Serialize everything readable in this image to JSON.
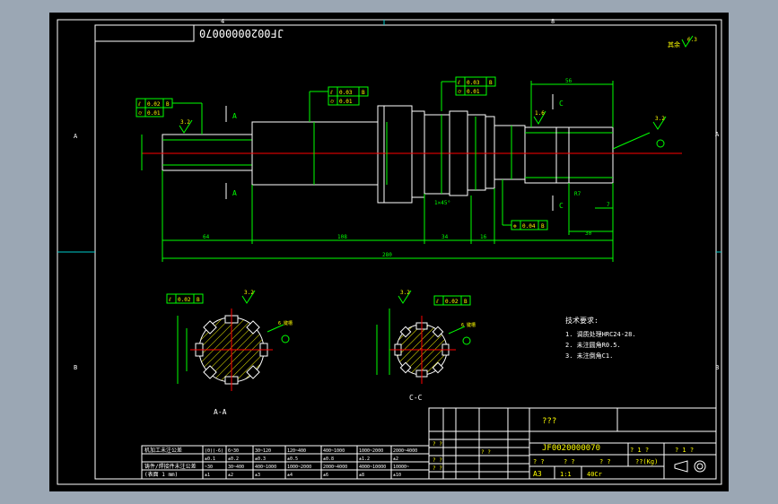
{
  "drawing": {
    "number_mirrored": "JF00200000070",
    "number": "JF0020000070",
    "title": "???",
    "roughness_note": "其余",
    "roughness_rest": "6.3",
    "sheet": {
      "format": "A3",
      "scale": "1:1",
      "material": "40Cr",
      "mass_unit": "??(Kg)"
    },
    "zone_letters": {
      "top_left": "4",
      "top_right": "8",
      "left_a": "A",
      "left_b": "B",
      "right_a": "A",
      "right_b": "B"
    }
  },
  "views": {
    "main": {
      "section_mark_left": "A",
      "section_mark_right": "C",
      "dims": {
        "d64": "64",
        "d108": "108",
        "d34": "34",
        "d16": "16",
        "d30": "30",
        "d280": "280",
        "d56": "56",
        "d7": "7",
        "r07": "R7",
        "d1x45": "1×45°"
      },
      "roughness": {
        "r1": "3.2",
        "r2": "1.6",
        "r3": "3.2"
      },
      "tolerance_boxes": [
        {
          "sym": "⫽",
          "val": "0.02",
          "ref": "B"
        },
        {
          "sym": "⌭",
          "val": "0.01",
          "ref": ""
        },
        {
          "sym": "⫽",
          "val": "0.03",
          "ref": "B"
        },
        {
          "sym": "⌭",
          "val": "0.01",
          "ref": ""
        },
        {
          "sym": "⫽",
          "val": "0.03",
          "ref": "B"
        },
        {
          "sym": "⌭",
          "val": "0.01",
          "ref": ""
        },
        {
          "sym": "⊚",
          "val": "0.04",
          "ref": "B"
        }
      ]
    },
    "section_aa": {
      "label": "A-A",
      "tol": {
        "sym": "⫽",
        "val": "0.02",
        "ref": "B"
      },
      "roughness": "3.2",
      "note": "6 键槽"
    },
    "section_cc": {
      "label": "C-C",
      "tol": {
        "sym": "⫽",
        "val": "0.02",
        "ref": "B"
      },
      "roughness": "3.2",
      "note": "6 键槽"
    }
  },
  "tech_requirements": {
    "title": "技术要求:",
    "items": [
      "1. 调质处理HRC24-28.",
      "2. 未注圆角R0.5.",
      "3. 未注倒角C1."
    ]
  },
  "tolerance_table": {
    "title": "机加工未注公差",
    "row_labels": [
      "铸件/焊接件未注公差",
      "(表面 1 mm)"
    ],
    "header": [
      "(0)(-6)",
      "6~30",
      "30~120",
      "120~400",
      "400~1000",
      "1000~2000",
      "2000~4000"
    ],
    "row1": [
      "±0.1",
      "±0.2",
      "±0.3",
      "±0.5",
      "±0.8",
      "±1.2",
      "±2"
    ],
    "row2": [
      "~30",
      "30~400",
      "400~1000",
      "1000~2000",
      "2000~4000",
      "4000~10000",
      "10000~"
    ],
    "row3": [
      "±1",
      "±2",
      "±3",
      "±4",
      "±6",
      "±8",
      "±10"
    ]
  },
  "title_block": {
    "placeholder": "? ?",
    "sig": "? ?",
    "qmark": "? 1 ?"
  },
  "colors": {
    "background": "#000000",
    "window": "#9ba7b4",
    "outline": "#ffffff",
    "dimension": "#00ff00",
    "centerline": "#ff0000",
    "frame": "#00cccc",
    "text": "#ffff00"
  }
}
